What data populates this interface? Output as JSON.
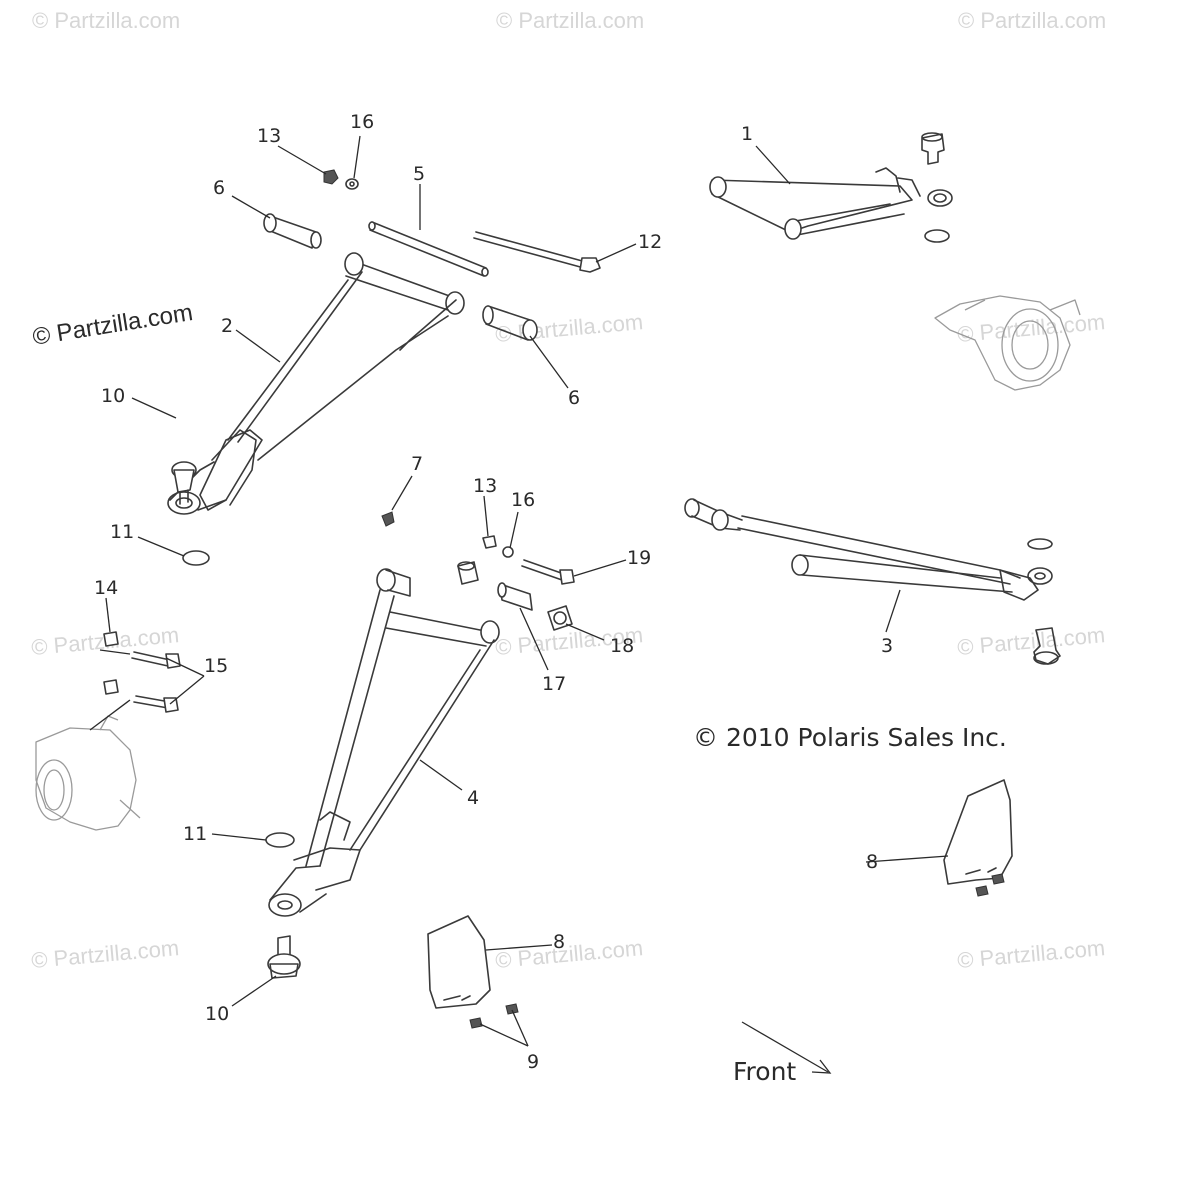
{
  "watermark": {
    "brand": "© Partzilla.com",
    "main": "© Partzilla.com"
  },
  "copyright": "© 2010 Polaris Sales Inc.",
  "direction_label": "Front",
  "callouts": {
    "c1": "1",
    "c2": "2",
    "c3": "3",
    "c4": "4",
    "c5": "5",
    "c6a": "6",
    "c6b": "6",
    "c7": "7",
    "c8a": "8",
    "c8b": "8",
    "c9": "9",
    "c10a": "10",
    "c10b": "10",
    "c11a": "11",
    "c11b": "11",
    "c12": "12",
    "c13a": "13",
    "c13b": "13",
    "c14": "14",
    "c15": "15",
    "c16a": "16",
    "c16b": "16",
    "c17": "17",
    "c18": "18",
    "c19": "19"
  },
  "parts": [
    {
      "ref": "1",
      "name": "upper-a-arm-right"
    },
    {
      "ref": "2",
      "name": "upper-a-arm-left"
    },
    {
      "ref": "3",
      "name": "lower-a-arm-right"
    },
    {
      "ref": "4",
      "name": "lower-a-arm-left"
    },
    {
      "ref": "5",
      "name": "pivot-tube"
    },
    {
      "ref": "6",
      "name": "bushing"
    },
    {
      "ref": "7",
      "name": "grease-fitting"
    },
    {
      "ref": "8",
      "name": "guard-plate"
    },
    {
      "ref": "9",
      "name": "screw"
    },
    {
      "ref": "10",
      "name": "ball-joint"
    },
    {
      "ref": "11",
      "name": "retaining-ring"
    },
    {
      "ref": "12",
      "name": "bolt"
    },
    {
      "ref": "13",
      "name": "nut"
    },
    {
      "ref": "14",
      "name": "nut"
    },
    {
      "ref": "15",
      "name": "bolt"
    },
    {
      "ref": "16",
      "name": "washer"
    },
    {
      "ref": "17",
      "name": "pivot-tube"
    },
    {
      "ref": "18",
      "name": "bushing"
    },
    {
      "ref": "19",
      "name": "bolt"
    }
  ]
}
